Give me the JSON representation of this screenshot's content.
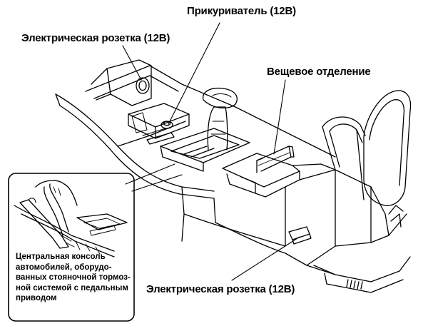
{
  "labels": {
    "lighter": "Прикуриватель (12В)",
    "socket_top": "Электрическая розетка (12В)",
    "storage": "Вещевое отделение",
    "socket_bottom": "Электрическая розетка (12В)"
  },
  "inset": {
    "caption_lines": [
      "Центральная консоль",
      "автомобилей, оборудо-",
      "ванных стояночной тормоз-",
      "ной системой с  педальным",
      "приводом"
    ]
  },
  "icons": [
    "center-console-drawing",
    "gear-shift-icon",
    "armrest-icon",
    "cigarette-lighter-icon",
    "power-socket-icon",
    "storage-compartment-icon",
    "parking-brake-lever-icon"
  ],
  "colors": {
    "line": "#000000",
    "background": "#ffffff"
  }
}
